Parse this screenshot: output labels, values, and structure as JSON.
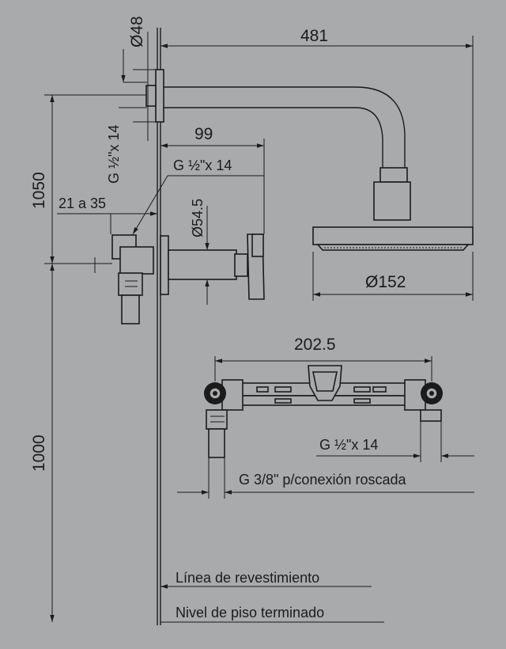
{
  "dimensions": {
    "wall_flange_diameter": "Ø48",
    "arm_length": "481",
    "thread_vertical": "G ½\"x 14",
    "valve_projection": "99",
    "thread_horizontal": "G ½\"x 14",
    "handle_diameter": "Ø54.5",
    "height_total": "1050",
    "wall_depth": "21 a 35",
    "shower_head_diameter": "Ø152",
    "valve_body_width": "202.5",
    "inlet_thread": "G ½\"x 14",
    "connection_thread": "G 3/8\" p/conexión roscada",
    "height_floor": "1000"
  },
  "labels": {
    "finish_line": "Línea de revestimiento",
    "floor_level": "Nivel de piso terminado"
  },
  "colors": {
    "background": "#a9aaac",
    "line": "#1b1b1b"
  }
}
